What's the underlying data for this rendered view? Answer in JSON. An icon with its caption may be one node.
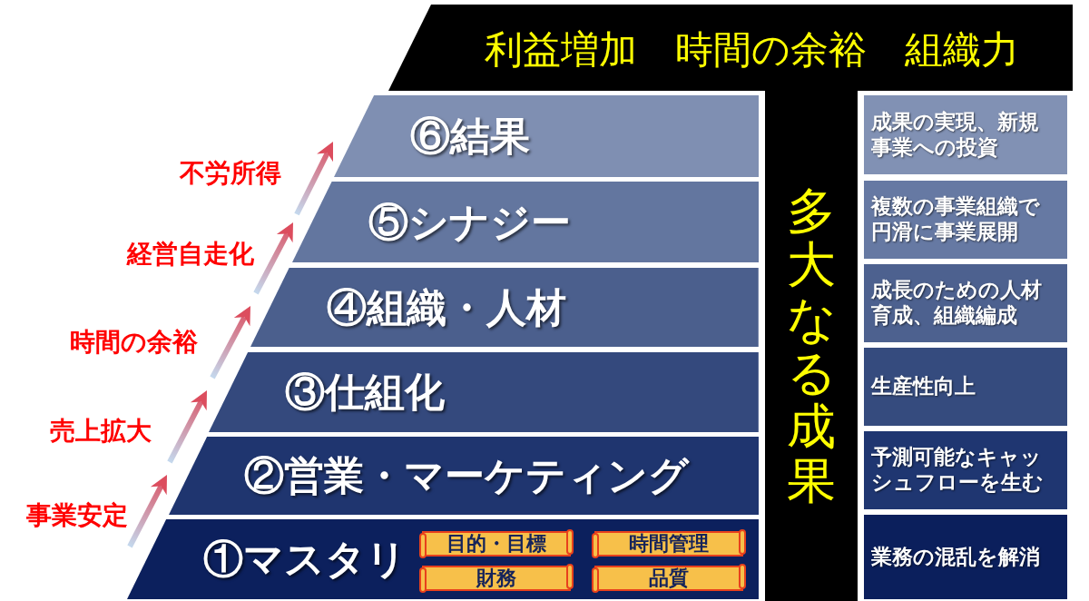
{
  "diagram": {
    "nodes": [
      {
        "text": [
          "利益増加　時間の余裕　組織力"
        ]
      },
      {
        "text": [
          "⑥結果"
        ]
      },
      {
        "text": [
          "⑤シナジー"
        ]
      },
      {
        "text": [
          "④組織・人材"
        ]
      },
      {
        "text": [
          "③仕組化"
        ]
      },
      {
        "text": [
          "②営業・マーケティング"
        ]
      },
      {
        "text": [
          "①マスタリ"
        ]
      },
      {
        "text": [
          "目的・目標"
        ],
        "in": 6
      },
      {
        "text": [
          "時間管理"
        ],
        "in": 6
      },
      {
        "text": [
          "財務"
        ],
        "in": 6
      },
      {
        "text": [
          "品質"
        ],
        "in": 6
      },
      {
        "text": [
          "多大なる成果"
        ]
      },
      {
        "text": [
          "成果の実現、新規事業への投資"
        ]
      },
      {
        "text": [
          "複数の事業組織で円滑に事業展開"
        ]
      },
      {
        "text": [
          "成長のための人材育成、組織編成"
        ]
      },
      {
        "text": [
          "生産性向上"
        ]
      },
      {
        "text": [
          "予測可能なキャッシュフローを生む"
        ]
      },
      {
        "text": [
          "業務の混乱を解消"
        ]
      }
    ],
    "labels": [
      "不労所得",
      "経営自走化",
      "時間の余裕",
      "売上拡大",
      "事業安定"
    ]
  }
}
